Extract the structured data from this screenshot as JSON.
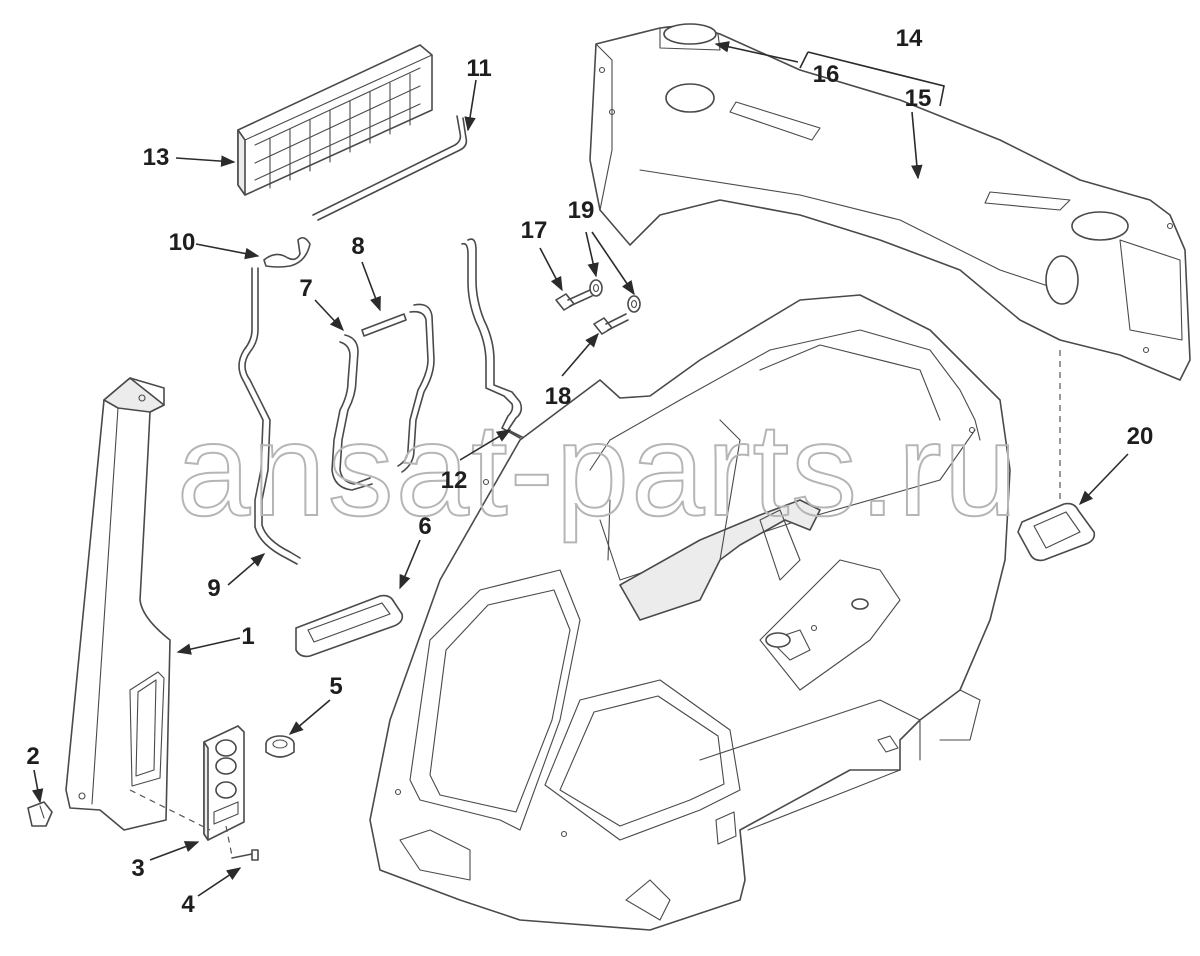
{
  "watermark": "ansat-parts.ru",
  "callouts": [
    {
      "id": "c1",
      "text": "1"
    },
    {
      "id": "c2",
      "text": "2"
    },
    {
      "id": "c3",
      "text": "3"
    },
    {
      "id": "c4",
      "text": "4"
    },
    {
      "id": "c5",
      "text": "5"
    },
    {
      "id": "c6",
      "text": "6"
    },
    {
      "id": "c7",
      "text": "7"
    },
    {
      "id": "c8",
      "text": "8"
    },
    {
      "id": "c9",
      "text": "9"
    },
    {
      "id": "c10",
      "text": "10"
    },
    {
      "id": "c11",
      "text": "11"
    },
    {
      "id": "c12",
      "text": "12"
    },
    {
      "id": "c13",
      "text": "13"
    },
    {
      "id": "c14",
      "text": "14"
    },
    {
      "id": "c15",
      "text": "15"
    },
    {
      "id": "c16",
      "text": "16"
    },
    {
      "id": "c17",
      "text": "17"
    },
    {
      "id": "c18",
      "text": "18"
    },
    {
      "id": "c19",
      "text": "19"
    },
    {
      "id": "c20",
      "text": "20"
    }
  ],
  "colors": {
    "line": "#4a4a4a",
    "label": "#1e1e1e",
    "watermark": "#b5b5b5"
  }
}
